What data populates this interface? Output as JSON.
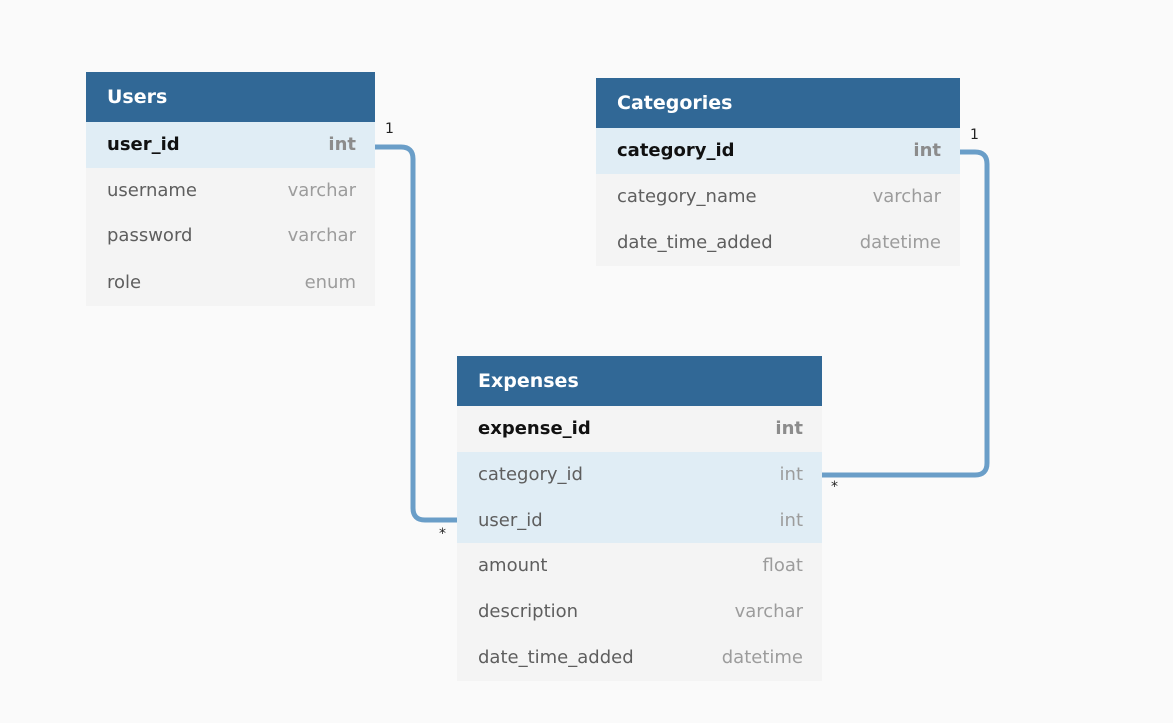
{
  "tables": {
    "users": {
      "name": "Users",
      "fields": [
        {
          "name": "user_id",
          "type": "int"
        },
        {
          "name": "username",
          "type": "varchar"
        },
        {
          "name": "password",
          "type": "varchar"
        },
        {
          "name": "role",
          "type": "enum"
        }
      ]
    },
    "categories": {
      "name": "Categories",
      "fields": [
        {
          "name": "category_id",
          "type": "int"
        },
        {
          "name": "category_name",
          "type": "varchar"
        },
        {
          "name": "date_time_added",
          "type": "datetime"
        }
      ]
    },
    "expenses": {
      "name": "Expenses",
      "fields": [
        {
          "name": "expense_id",
          "type": "int"
        },
        {
          "name": "category_id",
          "type": "int"
        },
        {
          "name": "user_id",
          "type": "int"
        },
        {
          "name": "amount",
          "type": "float"
        },
        {
          "name": "description",
          "type": "varchar"
        },
        {
          "name": "date_time_added",
          "type": "datetime"
        }
      ]
    }
  },
  "relations": {
    "users_expenses": {
      "one_label": "1",
      "many_label": "*"
    },
    "categories_expenses": {
      "one_label": "1",
      "many_label": "*"
    }
  },
  "colors": {
    "header": "#316896",
    "connector": "#6a9ec8",
    "highlight_row": "#e0edf5",
    "row": "#f4f4f4"
  }
}
